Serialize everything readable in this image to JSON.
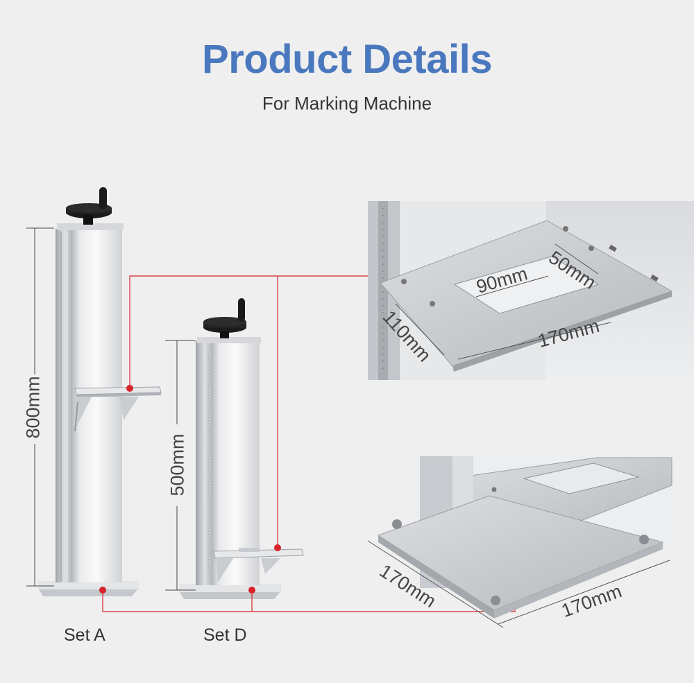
{
  "header": {
    "title": "Product Details",
    "subtitle": "For Marking Machine"
  },
  "sets": {
    "set_a": {
      "label": "Set A",
      "height": "800mm"
    },
    "set_d": {
      "label": "Set D",
      "height": "500mm"
    }
  },
  "platform_detail": {
    "dim_50": "50mm",
    "dim_90": "90mm",
    "dim_110": "110mm",
    "dim_170": "170mm"
  },
  "base_detail": {
    "dim_depth": "170mm",
    "dim_width": "170mm"
  },
  "colors": {
    "title": "#4a78be",
    "callout": "#d8232a",
    "background": "#efefef"
  }
}
